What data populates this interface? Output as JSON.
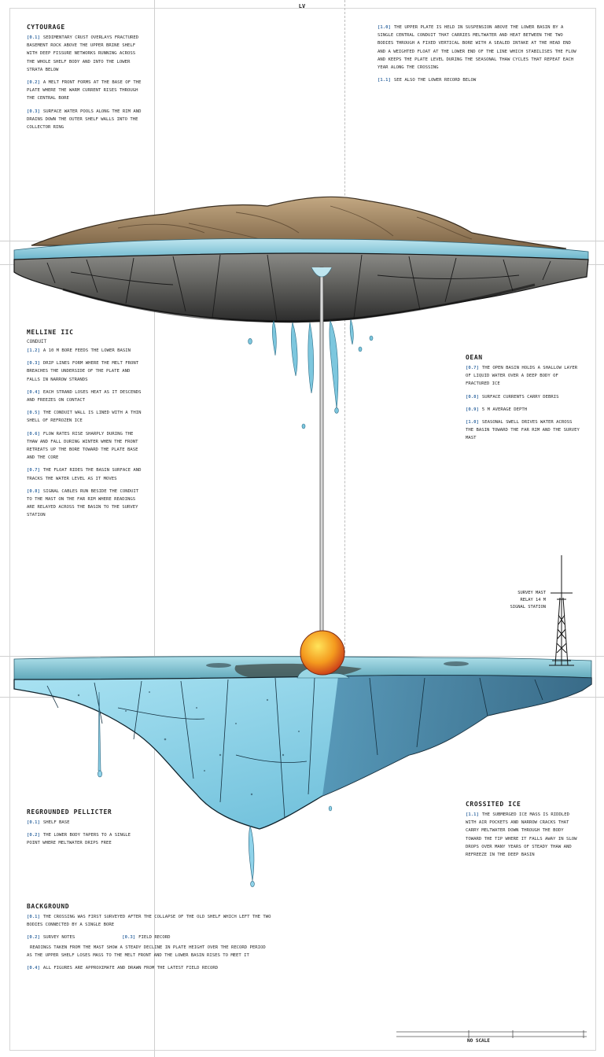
{
  "page_label": "LV",
  "top_left": {
    "title": "CYTOURAGE",
    "paragraphs": [
      {
        "ref": "[0.1]",
        "text": "SEDIMENTARY CRUST OVERLAYS FRACTURED BASEMENT ROCK ABOVE THE UPPER BRINE SHELF WITH DEEP FISSURE NETWORKS RUNNING ACROSS THE WHOLE SHELF BODY AND INTO THE LOWER STRATA BELOW"
      },
      {
        "ref": "[0.2]",
        "text": "A MELT FRONT FORMS AT THE BASE OF THE PLATE WHERE THE WARM CURRENT RISES THROUGH THE CENTRAL BORE"
      },
      {
        "ref": "[0.3]",
        "text": "SURFACE WATER POOLS ALONG THE RIM AND DRAINS DOWN THE OUTER SHELF WALLS INTO THE COLLECTOR RING"
      }
    ]
  },
  "top_right": {
    "paragraphs": [
      {
        "ref": "[1.0]",
        "text": "THE UPPER PLATE IS HELD IN SUSPENSION ABOVE THE LOWER BASIN BY A SINGLE CENTRAL CONDUIT THAT CARRIES MELTWATER AND HEAT BETWEEN THE TWO BODIES THROUGH A FIXED VERTICAL BORE WITH A SEALED INTAKE AT THE HEAD END AND A WEIGHTED FLOAT AT THE LOWER END OF THE LINE WHICH STABILISES THE FLOW AND KEEPS THE PLATE LEVEL DURING THE SEASONAL THAW CYCLES THAT REPEAT EACH YEAR ALONG THE CROSSING"
      },
      {
        "ref": "[1.1]",
        "text": "SEE ALSO THE LOWER RECORD BELOW"
      }
    ]
  },
  "mid_left": {
    "title": "MELLINE IIC",
    "subtitle": "CONDUIT",
    "lead": {
      "ref": "[1.2]",
      "text": "A 10 M BORE FEEDS THE LOWER BASIN"
    },
    "paragraphs": [
      {
        "ref": "[0.3]",
        "text": "DRIP LINES FORM WHERE THE MELT FRONT BREACHES THE UNDERSIDE OF THE PLATE AND FALLS IN NARROW STRANDS"
      },
      {
        "ref": "[0.4]",
        "text": "EACH STRAND LOSES HEAT AS IT DESCENDS AND FREEZES ON CONTACT"
      },
      {
        "ref": "[0.5]",
        "text": "THE CONDUIT WALL IS LINED WITH A THIN SHELL OF REFROZEN ICE"
      },
      {
        "ref": "[0.6]",
        "text": "FLOW RATES RISE SHARPLY DURING THE THAW AND FALL DURING WINTER WHEN THE FRONT RETREATS UP THE BORE TOWARD THE PLATE BASE AND THE CORE"
      },
      {
        "ref": "[0.7]",
        "text": "THE FLOAT RIDES THE BASIN SURFACE AND TRACKS THE WATER LEVEL AS IT MOVES"
      },
      {
        "ref": "[0.8]",
        "text": "SIGNAL CABLES RUN BESIDE THE CONDUIT TO THE MAST ON THE FAR RIM WHERE READINGS ARE RELAYED ACROSS THE BASIN TO THE SURVEY STATION"
      }
    ]
  },
  "mid_right": {
    "title": "OEAN",
    "paragraphs": [
      {
        "ref": "[0.7]",
        "text": "THE OPEN BASIN HOLDS A SHALLOW LAYER OF LIQUID WATER OVER A DEEP BODY OF FRACTURED ICE"
      },
      {
        "ref": "[0.8]",
        "text": "SURFACE CURRENTS CARRY DEBRIS"
      },
      {
        "ref": "[0.9]",
        "text": "5 M AVERAGE DEPTH"
      },
      {
        "ref": "[1.0]",
        "text": "SEASONAL SWELL DRIVES WATER ACROSS THE BASIN TOWARD THE FAR RIM AND THE SURVEY MAST"
      }
    ]
  },
  "tower_label": {
    "title": "SURVEY MAST",
    "lines": [
      "RELAY 14 M",
      "SIGNAL STATION"
    ]
  },
  "bottom_left": {
    "title": "REGROUNDED PELLICTER",
    "paragraphs": [
      {
        "ref": "[0.1]",
        "text": "SHELF BASE"
      },
      {
        "ref": "[0.2]",
        "text": "THE LOWER BODY TAPERS TO A SINGLE POINT WHERE MELTWATER DRIPS FREE"
      }
    ]
  },
  "bottom_right": {
    "title": "CROSSITED ICE",
    "paragraphs": [
      {
        "ref": "[1.1]",
        "text": "THE SUBMERGED ICE MASS IS RIDDLED WITH AIR POCKETS AND NARROW CRACKS THAT CARRY MELTWATER DOWN THROUGH THE BODY TOWARD THE TIP WHERE IT FALLS AWAY IN SLOW DROPS OVER MANY YEARS OF STEADY THAW AND REFREEZE IN THE DEEP BASIN"
      }
    ]
  },
  "footer_panel": {
    "title": "BACKGROUND",
    "lead": {
      "ref": "[0.1]",
      "text": "THE CROSSING WAS FIRST SURVEYED AFTER THE COLLAPSE OF THE OLD SHELF WHICH LEFT THE TWO BODIES CONNECTED BY A SINGLE BORE"
    },
    "col_a": {
      "ref": "[0.2]",
      "text": "SURVEY NOTES"
    },
    "col_b": {
      "ref": "[0.3]",
      "text": "FIELD RECORD"
    },
    "paragraphs": [
      {
        "ref": "",
        "text": "READINGS TAKEN FROM THE MAST SHOW A STEADY DECLINE IN PLATE HEIGHT OVER THE RECORD PERIOD AS THE UPPER SHELF LOSES MASS TO THE MELT FRONT AND THE LOWER BASIN RISES TO MEET IT"
      },
      {
        "ref": "[0.4]",
        "text": "ALL FIGURES ARE APPROXIMATE AND DRAWN FROM THE LATEST FIELD RECORD"
      }
    ]
  },
  "scale": {
    "label": "NO SCALE"
  },
  "colors": {
    "sand": "#a8916e",
    "rock": "#5e5e5e",
    "water": "#7cc3d8",
    "ice": "#8fd3ea",
    "float": "#f39a1e"
  }
}
